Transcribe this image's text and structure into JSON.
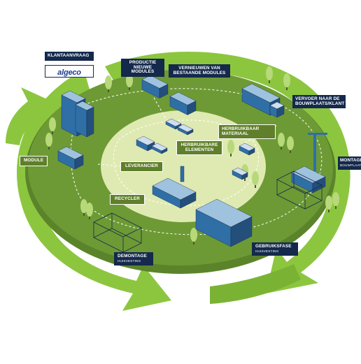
{
  "colors": {
    "outer_ring": "#8cc63f",
    "outer_ring_shadow": "#7ab334",
    "middle_disc": "#6e9a35",
    "middle_disc_edge": "#5b842a",
    "inner_disc": "#dfeab2",
    "navy_label": "#14294b",
    "olive_label": "#5f7f2a",
    "building_blue": "#2f6fa6",
    "building_light": "#9fc2de",
    "tree": "#b7d97a",
    "flow_lines": "#ffffff"
  },
  "labels": {
    "klantaanvraag": "KLANTAANVRAAG",
    "logo": "algeco",
    "productie": "PRODUCTIE NIEUWE MODULES",
    "vernieuwen": "VERNIEUWEN VAN BESTAANDE MODULES",
    "vervoer": "VERVOER NAAR DE BOUWPLAATS/KLANT",
    "montage_title": "MONTAGE",
    "montage_sub": "BOUWPLAATS",
    "herbruikbaar_materiaal": "HERBRUIKBAAR MATERIAAL",
    "herbruikbare_elementen": "HERBRUIKBARE ELEMENTEN",
    "module": "MODULE",
    "leverancier": "LEVERANCIER",
    "recycler": "RECYCLER",
    "gebruiksfase_title": "GEBRUIKSFASE",
    "gebruiksfase_sub": "HUISVESTING",
    "demontage_title": "DEMONTAGE",
    "demontage_sub": "HUISVESTING"
  },
  "icons": [
    "office-building-icon",
    "factory-module-icon",
    "container-module-icon",
    "truck-icon",
    "crane-icon",
    "recycling-plant-icon",
    "modular-building-icon",
    "frame-structure-icon",
    "tree-icon",
    "forklift-icon"
  ]
}
